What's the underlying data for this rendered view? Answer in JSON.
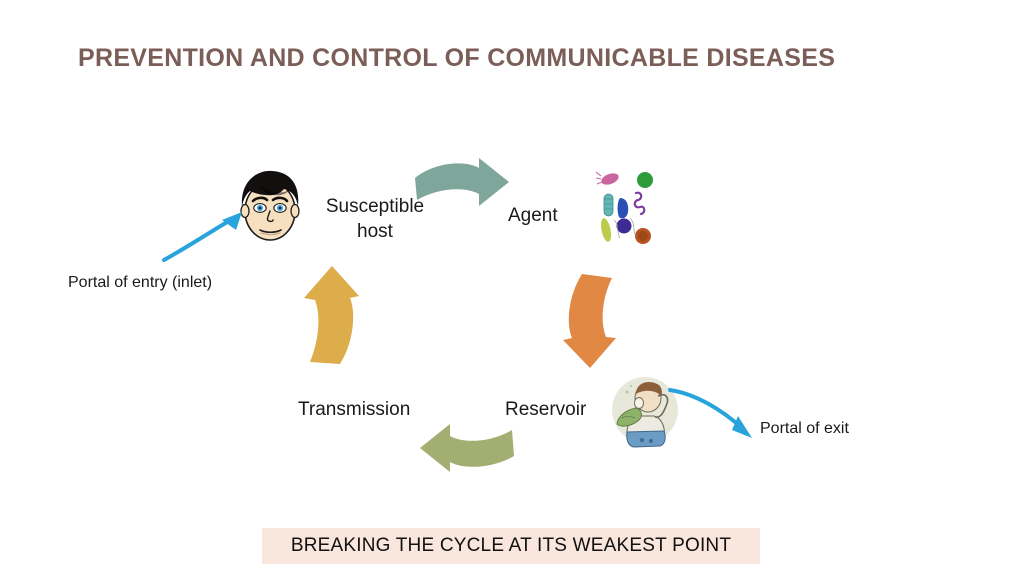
{
  "slide": {
    "title": "PREVENTION AND CONTROL OF COMMUNICABLE DISEASES",
    "title_color": "#7B5E57",
    "background_color": "#FFFFFF"
  },
  "cycle": {
    "nodes": [
      {
        "id": "susceptible-host",
        "label": "Susceptible\nhost",
        "graphic": "host-face-icon"
      },
      {
        "id": "agent",
        "label": "Agent",
        "graphic": "microbes-icon"
      },
      {
        "id": "reservoir",
        "label": "Reservoir",
        "graphic": "sick-person-icon"
      },
      {
        "id": "transmission",
        "label": "Transmission",
        "graphic": null
      }
    ],
    "arrows": [
      {
        "id": "host-to-agent",
        "from": "susceptible-host",
        "to": "agent",
        "color": "#7FA69B",
        "direction": "right"
      },
      {
        "id": "agent-to-reservoir",
        "from": "agent",
        "to": "reservoir",
        "color": "#E08844",
        "direction": "down"
      },
      {
        "id": "reservoir-to-transmission",
        "from": "reservoir",
        "to": "transmission",
        "color": "#A3AE72",
        "direction": "left"
      },
      {
        "id": "transmission-to-host",
        "from": "transmission",
        "to": "susceptible-host",
        "color": "#DCAD4A",
        "direction": "up"
      }
    ]
  },
  "annotations": {
    "portal_of_entry": "Portal of entry (inlet)",
    "portal_of_exit": "Portal of exit",
    "pointer_color": "#29A3DC"
  },
  "banner": {
    "text": "BREAKING THE CYCLE AT ITS WEAKEST POINT",
    "background_color": "#F9E6DC",
    "text_color": "#111111"
  },
  "microbes": [
    {
      "name": "pink-flagellate",
      "color": "#C9669E"
    },
    {
      "name": "green-coccus",
      "color": "#2E9B3B"
    },
    {
      "name": "teal-bacillus",
      "color": "#64B5B5"
    },
    {
      "name": "blue-bacillus",
      "color": "#2B4FB5"
    },
    {
      "name": "purple-spirochete",
      "color": "#7B3FA0"
    },
    {
      "name": "yellow-green-bacillus",
      "color": "#BCCC4A"
    },
    {
      "name": "dark-purple-coccus",
      "color": "#3B2B93"
    },
    {
      "name": "orange-virus",
      "color": "#B5541E"
    }
  ]
}
